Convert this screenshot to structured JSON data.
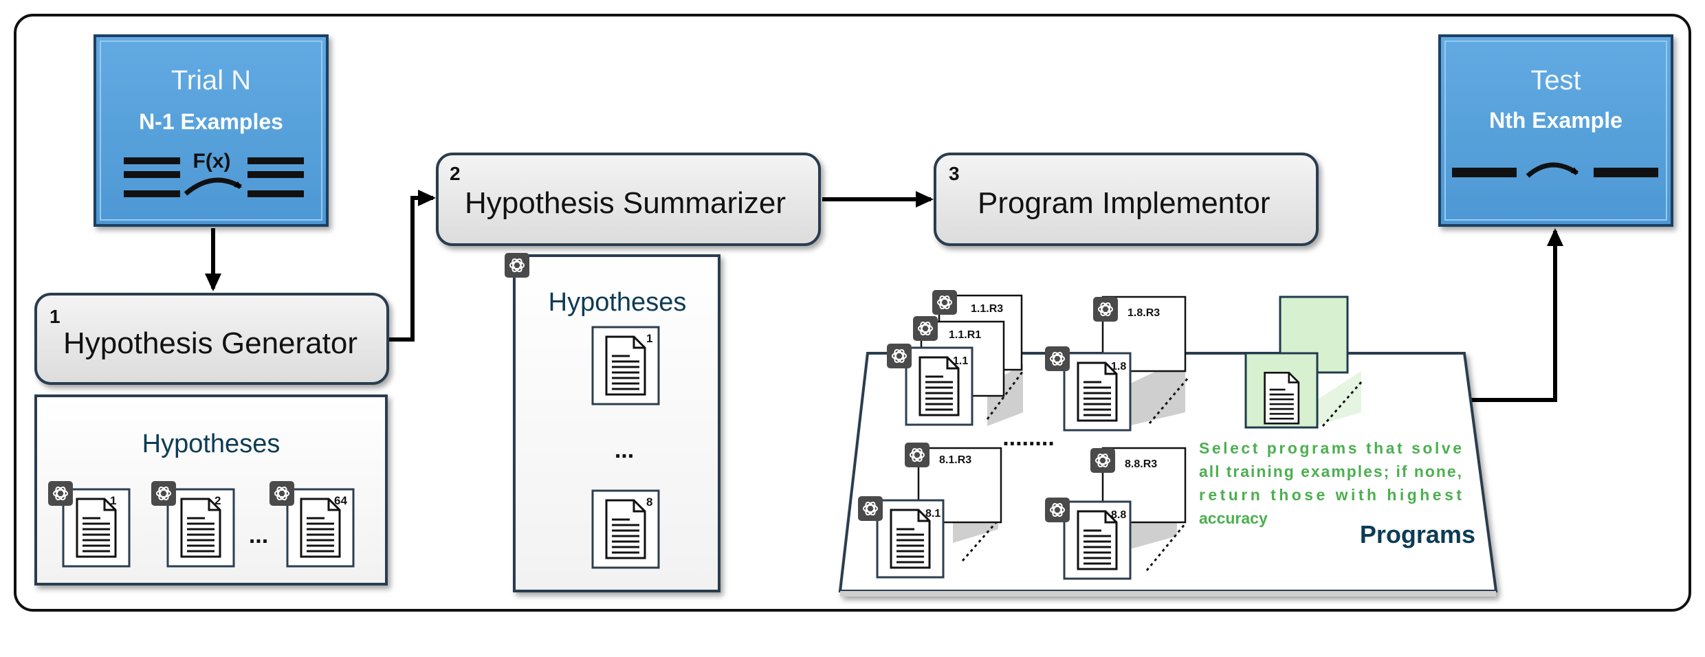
{
  "trial_box": {
    "title": "Trial N",
    "subtitle": "N-1 Examples",
    "function_label": "F(x)"
  },
  "test_box": {
    "title": "Test",
    "subtitle": "Nth Example"
  },
  "stages": {
    "generator": {
      "number": "1",
      "label": "Hypothesis Generator"
    },
    "summarizer": {
      "number": "2",
      "label": "Hypothesis Summarizer"
    },
    "implementor": {
      "number": "3",
      "label": "Program Implementor"
    }
  },
  "hypotheses_generated": {
    "title": "Hypotheses",
    "doc_numbers": [
      "1",
      "2",
      "64"
    ],
    "ellipsis": "..."
  },
  "hypotheses_summarized": {
    "title": "Hypotheses",
    "doc_numbers": [
      "1",
      "8"
    ],
    "ellipsis": "..."
  },
  "programs": {
    "title": "Programs",
    "groups": [
      {
        "front": "1.1",
        "back": [
          "1.1.R1",
          "1.1.R3"
        ]
      },
      {
        "front": "1.8",
        "back": [
          "1.8.R3"
        ]
      },
      {
        "front": "8.1",
        "back": [
          "8.1.R3"
        ]
      },
      {
        "front": "8.8",
        "back": [
          "8.8.R3"
        ]
      }
    ],
    "ellipsis": "........",
    "note_lines": [
      "Select programs that solve",
      "all training examples; if none,",
      "return those with highest",
      "accuracy"
    ]
  },
  "colors": {
    "blue_box": "#5ba3dc",
    "stage_box": "#e6e6e6",
    "selected_doc": "#d6f0d0",
    "note_text": "#4caf50",
    "title_text": "#0d3b55"
  }
}
